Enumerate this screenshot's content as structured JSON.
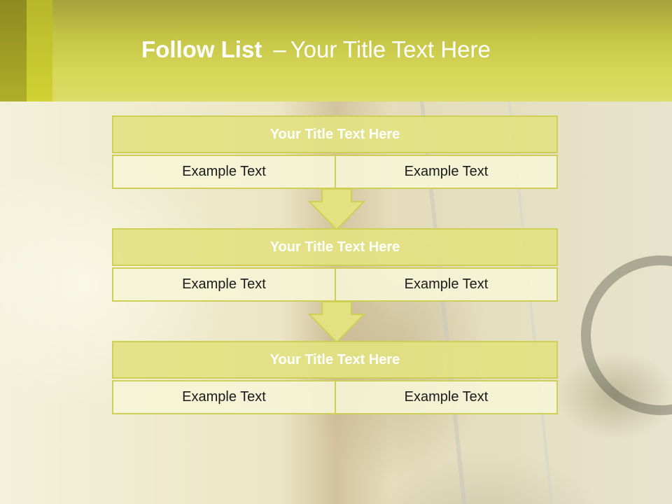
{
  "header": {
    "title_bold": "Follow List",
    "title_separator": "–",
    "title_rest": "Your Title Text Here"
  },
  "blocks": [
    {
      "title": "Your Title Text Here",
      "left_text": "Example Text",
      "right_text": "Example Text"
    },
    {
      "title": "Your Title Text Here",
      "left_text": "Example Text",
      "right_text": "Example Text"
    },
    {
      "title": "Your Title Text Here",
      "left_text": "Example Text",
      "right_text": "Example Text"
    }
  ],
  "colors": {
    "accent": "#d6d657",
    "header_dark": "#a6a23a",
    "box_border": "#cfcf55",
    "box_head": "#e2e282",
    "box_cell": "#f5f4d6"
  }
}
